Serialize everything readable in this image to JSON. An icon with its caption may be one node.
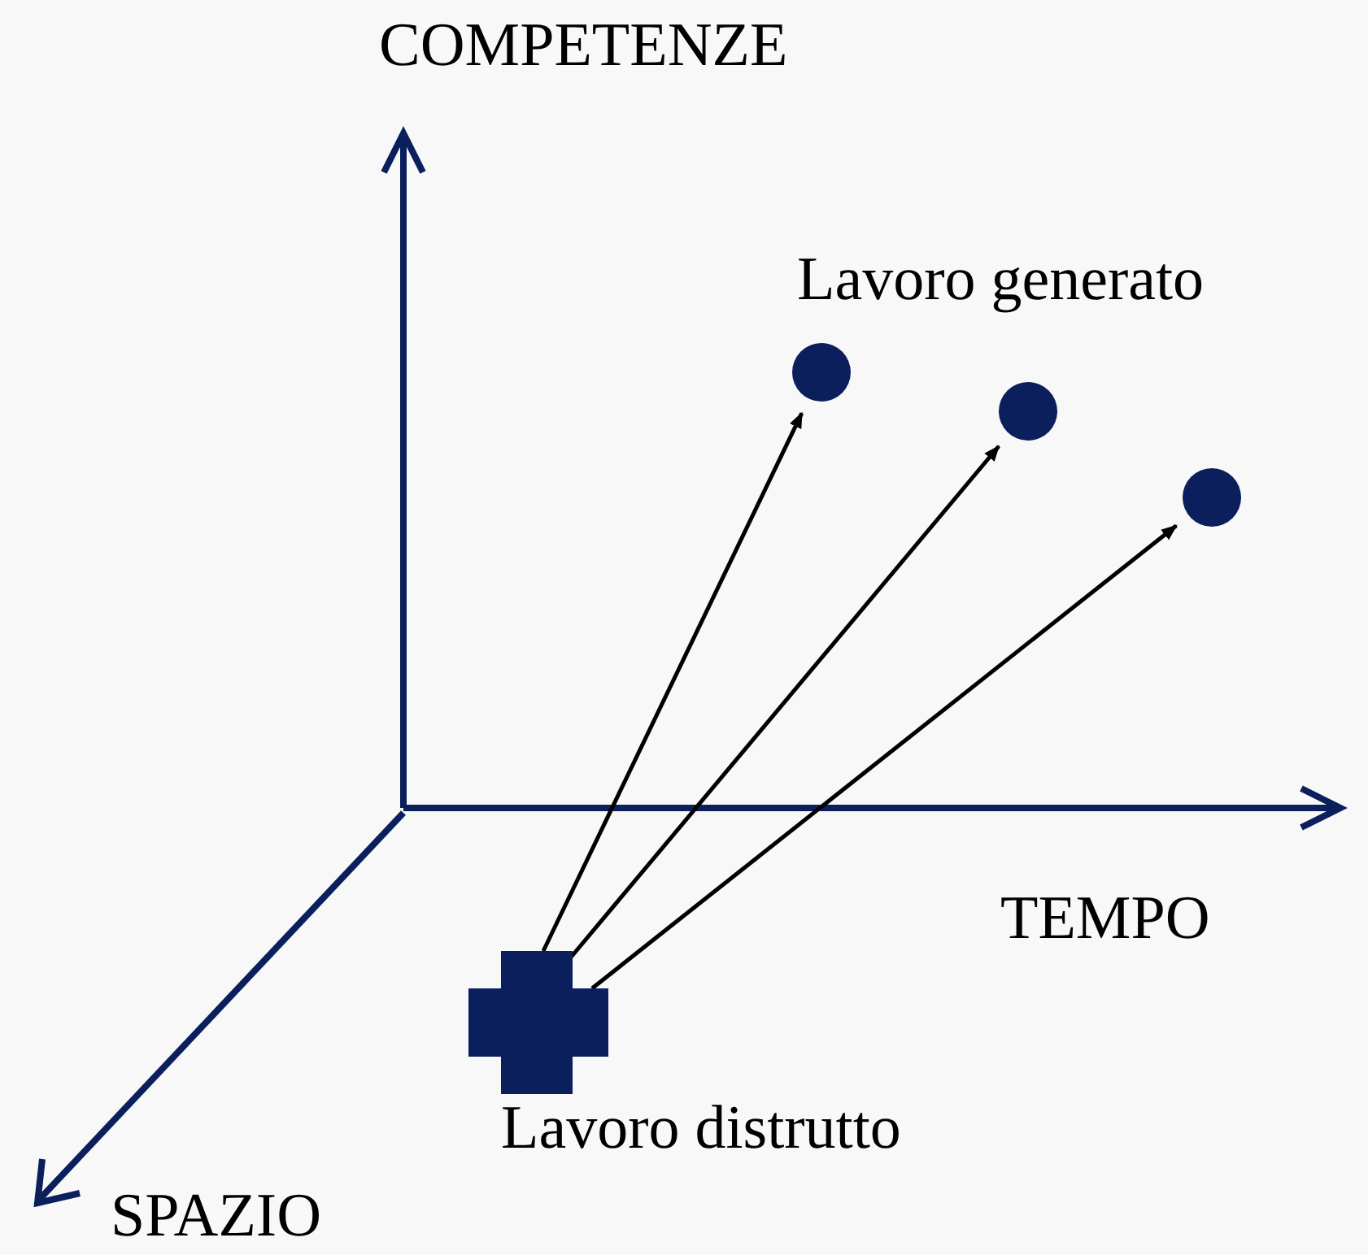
{
  "diagram": {
    "nodes": [
      {
        "text": [],
        "shape": "circle"
      },
      {
        "text": [],
        "shape": "circle"
      },
      {
        "text": [],
        "shape": "circle"
      },
      {
        "text": [],
        "shape": "cross",
        "beside": [
          "Lavoro distrutto"
        ]
      }
    ],
    "edges": [
      {
        "from": 3,
        "to": 0,
        "arrow": "to"
      },
      {
        "from": 3,
        "to": 1,
        "arrow": "to"
      },
      {
        "from": 3,
        "to": 2,
        "arrow": "to"
      }
    ],
    "labels": [
      "COMPETENZE",
      "Lavoro generato",
      "TEMPO",
      "SPAZIO"
    ]
  }
}
